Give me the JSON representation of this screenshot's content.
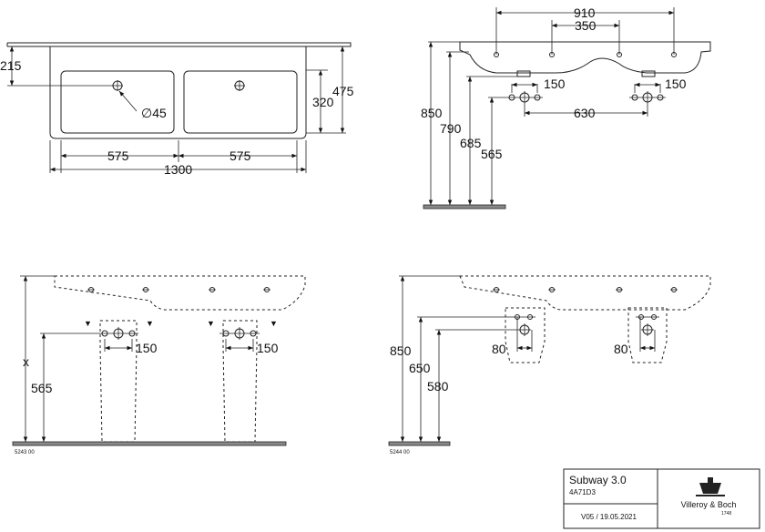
{
  "top_view": {
    "dim_215": "215",
    "dim_320": "320",
    "dim_475": "475",
    "dim_575_left": "575",
    "dim_575_right": "575",
    "dim_1300": "1300",
    "dim_d45": "∅45"
  },
  "side_view": {
    "dim_910": "910",
    "dim_350": "350",
    "dim_150_left": "150",
    "dim_150_right": "150",
    "dim_630": "630",
    "dim_850": "850",
    "dim_790": "790",
    "dim_685": "685",
    "dim_565": "565"
  },
  "front_view_a": {
    "dim_x": "x",
    "dim_565": "565",
    "dim_150_left": "150",
    "dim_150_right": "150",
    "ref_code": "5243 00"
  },
  "front_view_b": {
    "dim_850": "850",
    "dim_650": "650",
    "dim_580": "580",
    "dim_80_left": "80",
    "dim_80_right": "80",
    "ref_code": "5244 00"
  },
  "title_block": {
    "product": "Subway 3.0",
    "article": "4A71D3",
    "version": "V05 / 19.05.2021",
    "brand": "Villeroy & Boch",
    "brand_year": "1748"
  }
}
